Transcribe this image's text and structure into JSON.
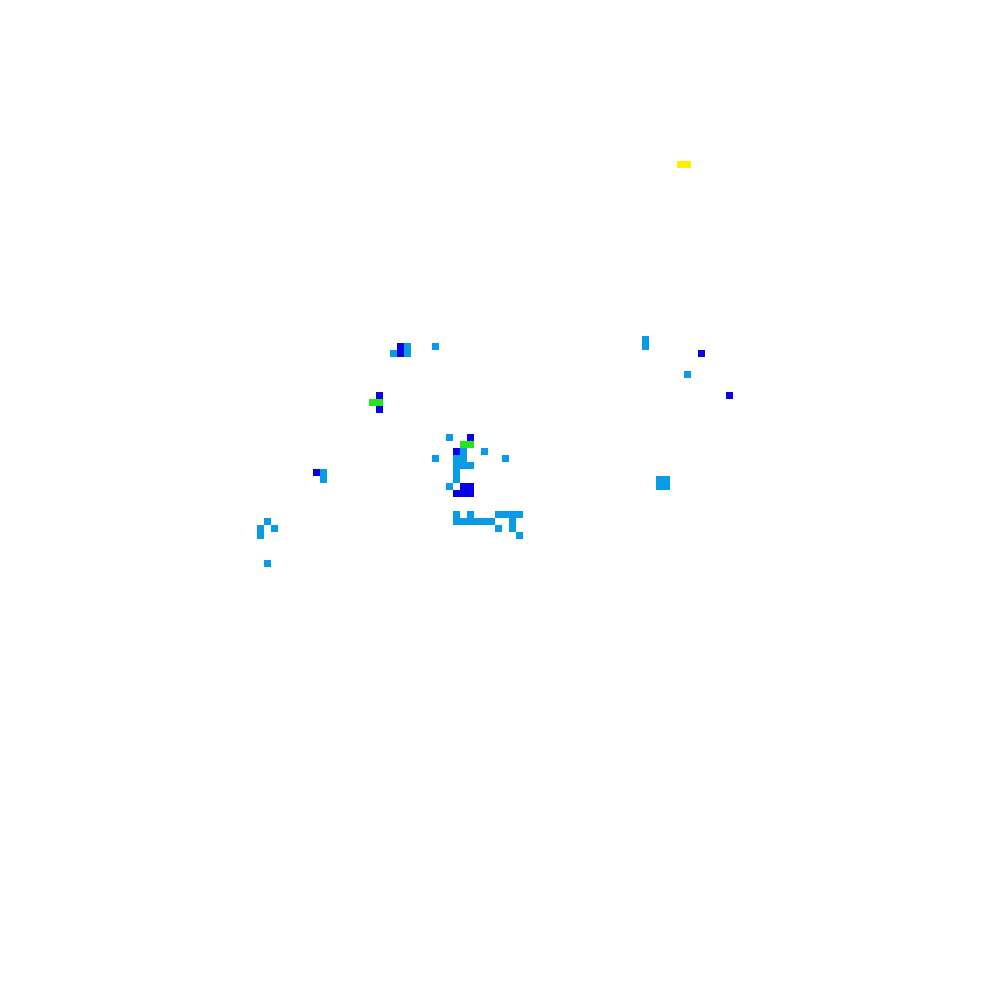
{
  "canvas": {
    "background": "#ffffff",
    "palette": {
      "light_blue": "#0a9be6",
      "blue": "#0a00e6",
      "green": "#23e61e",
      "yellow": "#ffee00"
    }
  },
  "cells": [
    {
      "row": 23,
      "col": 97,
      "color": "yellow"
    },
    {
      "row": 23,
      "col": 98,
      "color": "yellow"
    },
    {
      "row": 48,
      "col": 92,
      "color": "light_blue"
    },
    {
      "row": 49,
      "col": 92,
      "color": "light_blue"
    },
    {
      "row": 50,
      "col": 100,
      "color": "blue"
    },
    {
      "row": 53,
      "col": 98,
      "color": "light_blue"
    },
    {
      "row": 56,
      "col": 104,
      "color": "blue"
    },
    {
      "row": 68,
      "col": 94,
      "color": "light_blue"
    },
    {
      "row": 68,
      "col": 95,
      "color": "light_blue"
    },
    {
      "row": 69,
      "col": 94,
      "color": "light_blue"
    },
    {
      "row": 69,
      "col": 95,
      "color": "light_blue"
    },
    {
      "row": 49,
      "col": 57,
      "color": "blue"
    },
    {
      "row": 49,
      "col": 58,
      "color": "light_blue"
    },
    {
      "row": 50,
      "col": 56,
      "color": "light_blue"
    },
    {
      "row": 50,
      "col": 57,
      "color": "blue"
    },
    {
      "row": 50,
      "col": 58,
      "color": "light_blue"
    },
    {
      "row": 49,
      "col": 62,
      "color": "light_blue"
    },
    {
      "row": 56,
      "col": 54,
      "color": "blue"
    },
    {
      "row": 57,
      "col": 53,
      "color": "green"
    },
    {
      "row": 57,
      "col": 54,
      "color": "green"
    },
    {
      "row": 58,
      "col": 54,
      "color": "blue"
    },
    {
      "row": 62,
      "col": 64,
      "color": "light_blue"
    },
    {
      "row": 62,
      "col": 67,
      "color": "blue"
    },
    {
      "row": 63,
      "col": 66,
      "color": "green"
    },
    {
      "row": 63,
      "col": 67,
      "color": "green"
    },
    {
      "row": 64,
      "col": 65,
      "color": "blue"
    },
    {
      "row": 64,
      "col": 66,
      "color": "light_blue"
    },
    {
      "row": 64,
      "col": 69,
      "color": "light_blue"
    },
    {
      "row": 65,
      "col": 62,
      "color": "light_blue"
    },
    {
      "row": 65,
      "col": 65,
      "color": "light_blue"
    },
    {
      "row": 65,
      "col": 66,
      "color": "light_blue"
    },
    {
      "row": 65,
      "col": 72,
      "color": "light_blue"
    },
    {
      "row": 66,
      "col": 65,
      "color": "light_blue"
    },
    {
      "row": 66,
      "col": 66,
      "color": "light_blue"
    },
    {
      "row": 66,
      "col": 67,
      "color": "light_blue"
    },
    {
      "row": 67,
      "col": 65,
      "color": "light_blue"
    },
    {
      "row": 68,
      "col": 65,
      "color": "light_blue"
    },
    {
      "row": 69,
      "col": 64,
      "color": "light_blue"
    },
    {
      "row": 69,
      "col": 66,
      "color": "blue"
    },
    {
      "row": 69,
      "col": 67,
      "color": "blue"
    },
    {
      "row": 70,
      "col": 65,
      "color": "blue"
    },
    {
      "row": 70,
      "col": 66,
      "color": "blue"
    },
    {
      "row": 70,
      "col": 67,
      "color": "blue"
    },
    {
      "row": 67,
      "col": 45,
      "color": "blue"
    },
    {
      "row": 67,
      "col": 46,
      "color": "light_blue"
    },
    {
      "row": 68,
      "col": 46,
      "color": "light_blue"
    },
    {
      "row": 73,
      "col": 65,
      "color": "light_blue"
    },
    {
      "row": 73,
      "col": 67,
      "color": "light_blue"
    },
    {
      "row": 73,
      "col": 71,
      "color": "light_blue"
    },
    {
      "row": 73,
      "col": 72,
      "color": "light_blue"
    },
    {
      "row": 73,
      "col": 73,
      "color": "light_blue"
    },
    {
      "row": 73,
      "col": 74,
      "color": "light_blue"
    },
    {
      "row": 74,
      "col": 65,
      "color": "light_blue"
    },
    {
      "row": 74,
      "col": 66,
      "color": "light_blue"
    },
    {
      "row": 74,
      "col": 67,
      "color": "light_blue"
    },
    {
      "row": 74,
      "col": 68,
      "color": "light_blue"
    },
    {
      "row": 74,
      "col": 69,
      "color": "light_blue"
    },
    {
      "row": 74,
      "col": 70,
      "color": "light_blue"
    },
    {
      "row": 74,
      "col": 73,
      "color": "light_blue"
    },
    {
      "row": 75,
      "col": 71,
      "color": "light_blue"
    },
    {
      "row": 75,
      "col": 73,
      "color": "light_blue"
    },
    {
      "row": 76,
      "col": 74,
      "color": "light_blue"
    },
    {
      "row": 74,
      "col": 38,
      "color": "light_blue"
    },
    {
      "row": 75,
      "col": 37,
      "color": "light_blue"
    },
    {
      "row": 75,
      "col": 39,
      "color": "light_blue"
    },
    {
      "row": 76,
      "col": 37,
      "color": "light_blue"
    },
    {
      "row": 80,
      "col": 38,
      "color": "light_blue"
    }
  ]
}
